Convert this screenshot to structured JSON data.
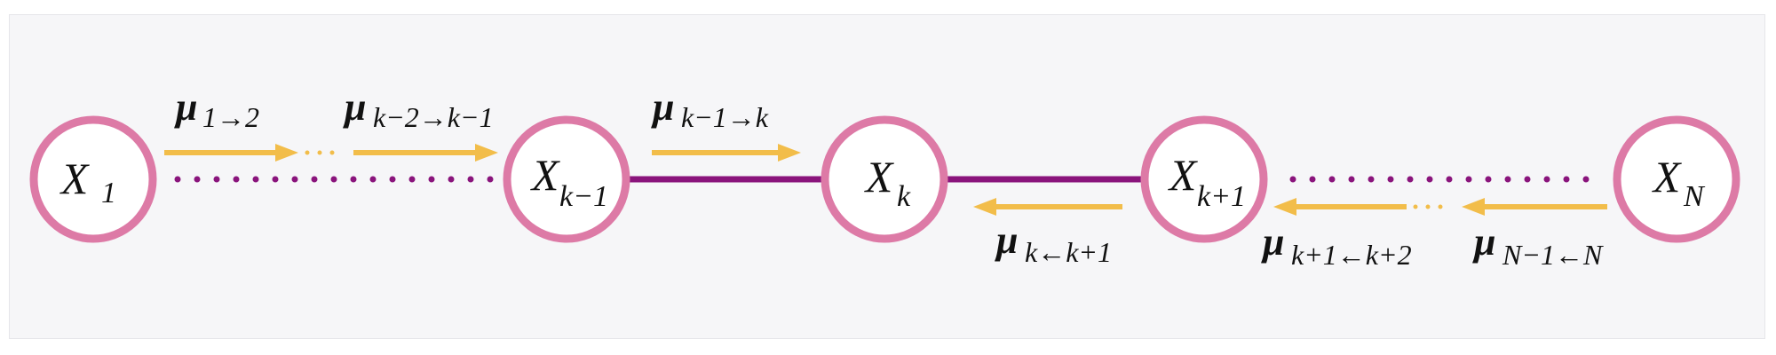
{
  "diagram": {
    "colors": {
      "background": "#f6f6f8",
      "node_stroke": "#dd7aa6",
      "node_fill": "#ffffff",
      "edge": "#8a147c",
      "arrow": "#f2bd4a",
      "text": "#111111"
    },
    "nodes": [
      {
        "id": "x1",
        "main": "X",
        "sub": "1"
      },
      {
        "id": "xkm1",
        "main": "X",
        "sub": "k−1"
      },
      {
        "id": "xk",
        "main": "X",
        "sub": "k"
      },
      {
        "id": "xkp1",
        "main": "X",
        "sub": "k+1"
      },
      {
        "id": "xn",
        "main": "X",
        "sub": "N"
      }
    ],
    "edges": [
      {
        "from": "x1",
        "to": "xkm1",
        "style": "dotted"
      },
      {
        "from": "xkm1",
        "to": "xk",
        "style": "solid"
      },
      {
        "from": "xk",
        "to": "xkp1",
        "style": "solid"
      },
      {
        "from": "xkp1",
        "to": "xn",
        "style": "dotted"
      }
    ],
    "messages": [
      {
        "id": "m12",
        "mu": "μ",
        "sub": "1→2",
        "direction": "right"
      },
      {
        "id": "mk2k1",
        "mu": "μ",
        "sub": "k−2→k−1",
        "direction": "right"
      },
      {
        "id": "mk1k",
        "mu": "μ",
        "sub": "k−1→k",
        "direction": "right"
      },
      {
        "id": "mkk1",
        "mu": "μ",
        "sub": "k←k+1",
        "direction": "left"
      },
      {
        "id": "mk1k2",
        "mu": "μ",
        "sub": "k+1←k+2",
        "direction": "left"
      },
      {
        "id": "mn1n",
        "mu": "μ",
        "sub": "N−1←N",
        "direction": "left"
      }
    ]
  }
}
